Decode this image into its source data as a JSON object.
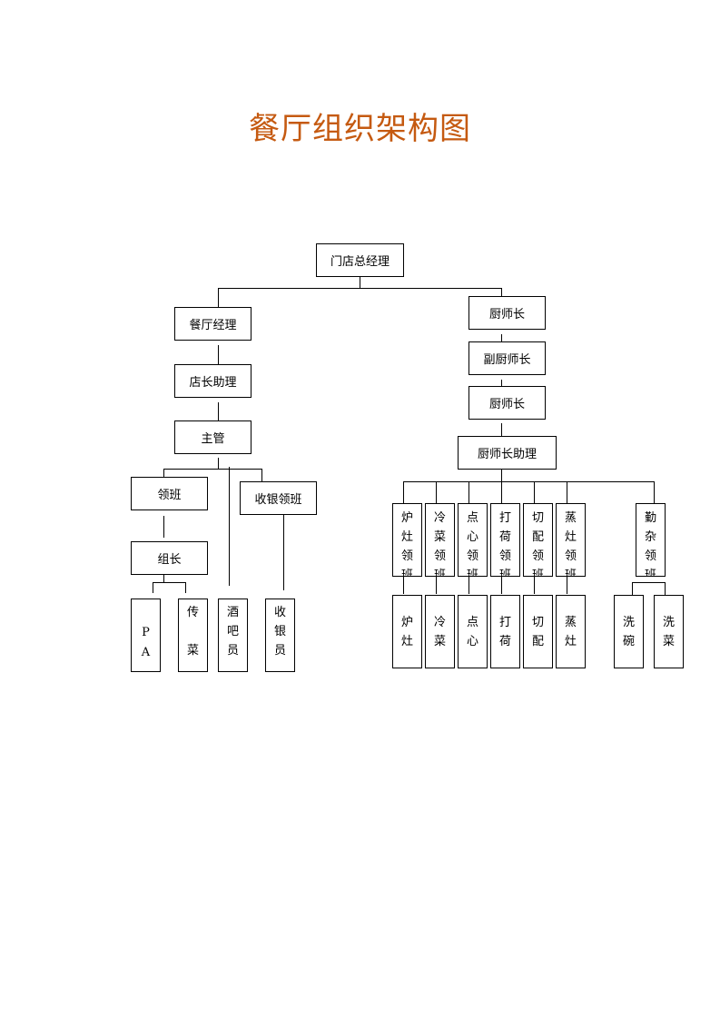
{
  "title": "餐厅组织架构图",
  "colors": {
    "title": "#c55a11",
    "line": "#000000",
    "box_border": "#000000"
  },
  "nodes": {
    "store_manager": "门店总经理",
    "restaurant_manager": "餐厅经理",
    "assistant_manager": "店长助理",
    "supervisor": "主管",
    "team_leader": "领班",
    "cashier_leader": "收银领班",
    "group_leader": "组长",
    "pa": "P\nA",
    "runner": "传\n\n菜",
    "bar_staff": "酒\n吧\n员",
    "cashier": "收\n银\n员",
    "chef": "厨师长",
    "sous_chef": "副厨师长",
    "chef_2": "厨师长",
    "chef_assistant": "厨师长助理",
    "stove_lead": "炉\n灶\n领\n班",
    "cold_lead": "冷\n菜\n领\n班",
    "dim_sum_lead": "点\n心\n领\n班",
    "dahe_lead": "打\n荷\n领\n班",
    "cutting_lead": "切\n配\n领\n班",
    "steam_lead": "蒸\n灶\n领\n班",
    "misc_lead": "勤\n杂\n领\n班",
    "stove": "炉\n灶",
    "cold": "冷\n菜",
    "dim_sum": "点\n心",
    "dahe": "打\n荷",
    "cutting": "切\n配",
    "steam": "蒸\n灶",
    "dish_wash": "洗\n碗",
    "veg_wash": "洗\n菜"
  }
}
